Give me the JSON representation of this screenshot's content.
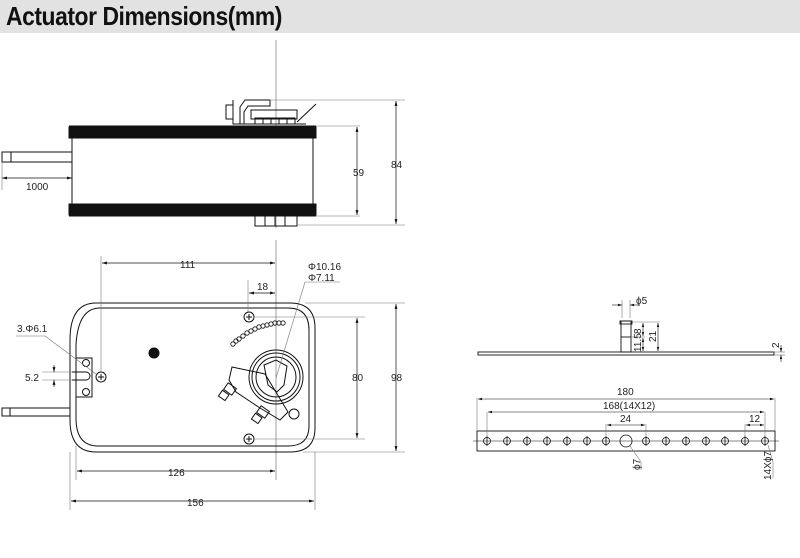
{
  "header": {
    "title": "Actuator Dimensions(mm)"
  },
  "side_view": {
    "cable_length": "1000",
    "body_height": "59",
    "overall_height": "84"
  },
  "front_view": {
    "screw_hole": "3.Φ6.1",
    "slot_width": "5.2",
    "to_shaft_from_left": "111",
    "shaft_to_screw": "18",
    "shaft_outer": "Φ10.16",
    "shaft_inner": "Φ7.11",
    "screw_spacing": "80",
    "overall_height": "98",
    "body_to_shaft": "126",
    "overall_width": "156"
  },
  "pointer_side": {
    "pin_diameter": "ϕ5",
    "pin_top": "8",
    "pin_base": "11.5",
    "pin_total": "21",
    "thickness": "2"
  },
  "pointer_top": {
    "overall_length": "180",
    "hole_span": "168(14X12)",
    "center_span": "24",
    "hole_pitch": "12",
    "center_hole": "ϕ7",
    "holes": "14Xϕ7"
  },
  "colors": {
    "title_bg": "#e2e2e2",
    "line": "#111111",
    "dim_line": "#555555",
    "band": "#111111"
  }
}
